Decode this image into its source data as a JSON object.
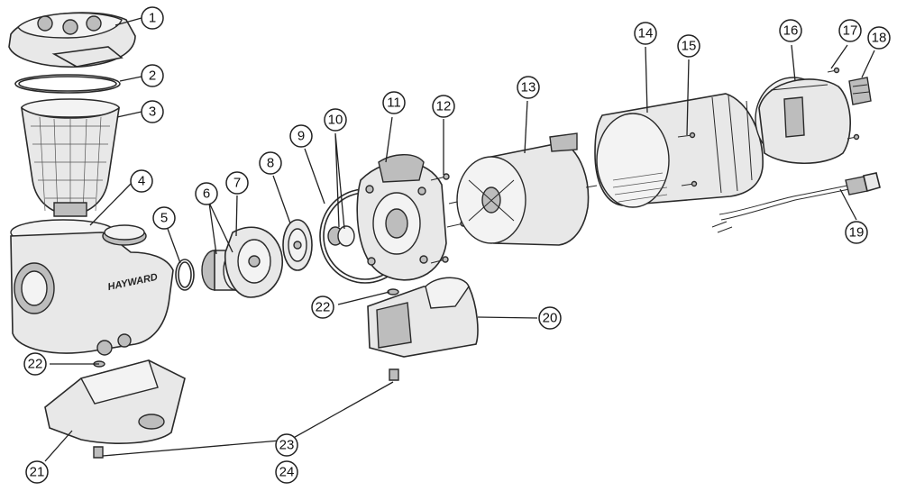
{
  "diagram": {
    "brand_text": "HAYWARD",
    "callouts": [
      {
        "id": "1",
        "label": "1"
      },
      {
        "id": "2",
        "label": "2"
      },
      {
        "id": "3",
        "label": "3"
      },
      {
        "id": "4",
        "label": "4"
      },
      {
        "id": "5",
        "label": "5"
      },
      {
        "id": "6",
        "label": "6"
      },
      {
        "id": "7",
        "label": "7"
      },
      {
        "id": "8",
        "label": "8"
      },
      {
        "id": "9",
        "label": "9"
      },
      {
        "id": "10",
        "label": "10"
      },
      {
        "id": "11",
        "label": "11"
      },
      {
        "id": "12",
        "label": "12"
      },
      {
        "id": "13",
        "label": "13"
      },
      {
        "id": "14",
        "label": "14"
      },
      {
        "id": "15",
        "label": "15"
      },
      {
        "id": "16",
        "label": "16"
      },
      {
        "id": "17",
        "label": "17"
      },
      {
        "id": "18",
        "label": "18"
      },
      {
        "id": "19",
        "label": "19"
      },
      {
        "id": "20",
        "label": "20"
      },
      {
        "id": "21",
        "label": "21"
      },
      {
        "id": "22a",
        "label": "22"
      },
      {
        "id": "22b",
        "label": "22"
      },
      {
        "id": "23",
        "label": "23"
      },
      {
        "id": "24",
        "label": "24"
      }
    ]
  }
}
